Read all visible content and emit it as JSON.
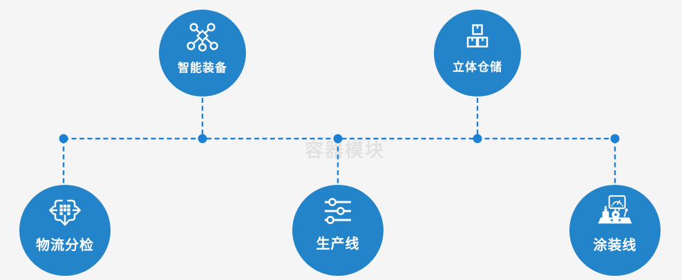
{
  "diagram": {
    "watermark": "容器模块",
    "nodes": [
      {
        "id": "intelligent-equipment",
        "label": "智能装备",
        "icon": "network-nodes-icon",
        "position": "top-left"
      },
      {
        "id": "stereoscopic-warehouse",
        "label": "立体仓储",
        "icon": "stacked-boxes-icon",
        "position": "top-right"
      },
      {
        "id": "logistics-sorting",
        "label": "物流分检",
        "icon": "sorting-crossarrows-icon",
        "position": "bottom-left"
      },
      {
        "id": "production-line",
        "label": "生产线",
        "icon": "sliders-icon",
        "position": "bottom-center"
      },
      {
        "id": "painting-line",
        "label": "涂装线",
        "icon": "control-station-icon",
        "position": "bottom-right"
      }
    ],
    "colors": {
      "node_fill": "#2484C9",
      "connector": "#1E80D2",
      "icon": "#FFFFFF",
      "label": "#FFFFFF",
      "background": "#F5F5F6",
      "watermark": "#E2E2E2"
    }
  }
}
